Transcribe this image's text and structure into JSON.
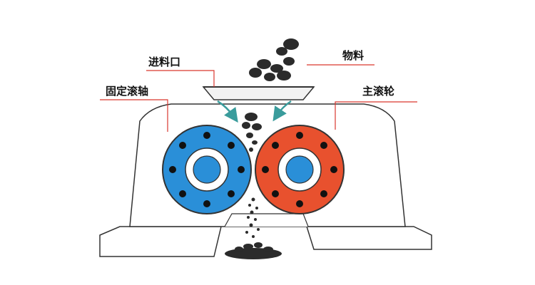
{
  "labels": {
    "feed_inlet": "进料口",
    "fixed_roller_shaft": "固定滚轴",
    "material": "物料",
    "main_roller": "主滚轮"
  },
  "colors": {
    "fixed_roller": "#2a8fd8",
    "main_roller": "#e8512e",
    "leader_line": "#d9372f",
    "material": "#2b2b2b",
    "outline": "#333333",
    "feed_arrow": "#3a9c9c"
  }
}
